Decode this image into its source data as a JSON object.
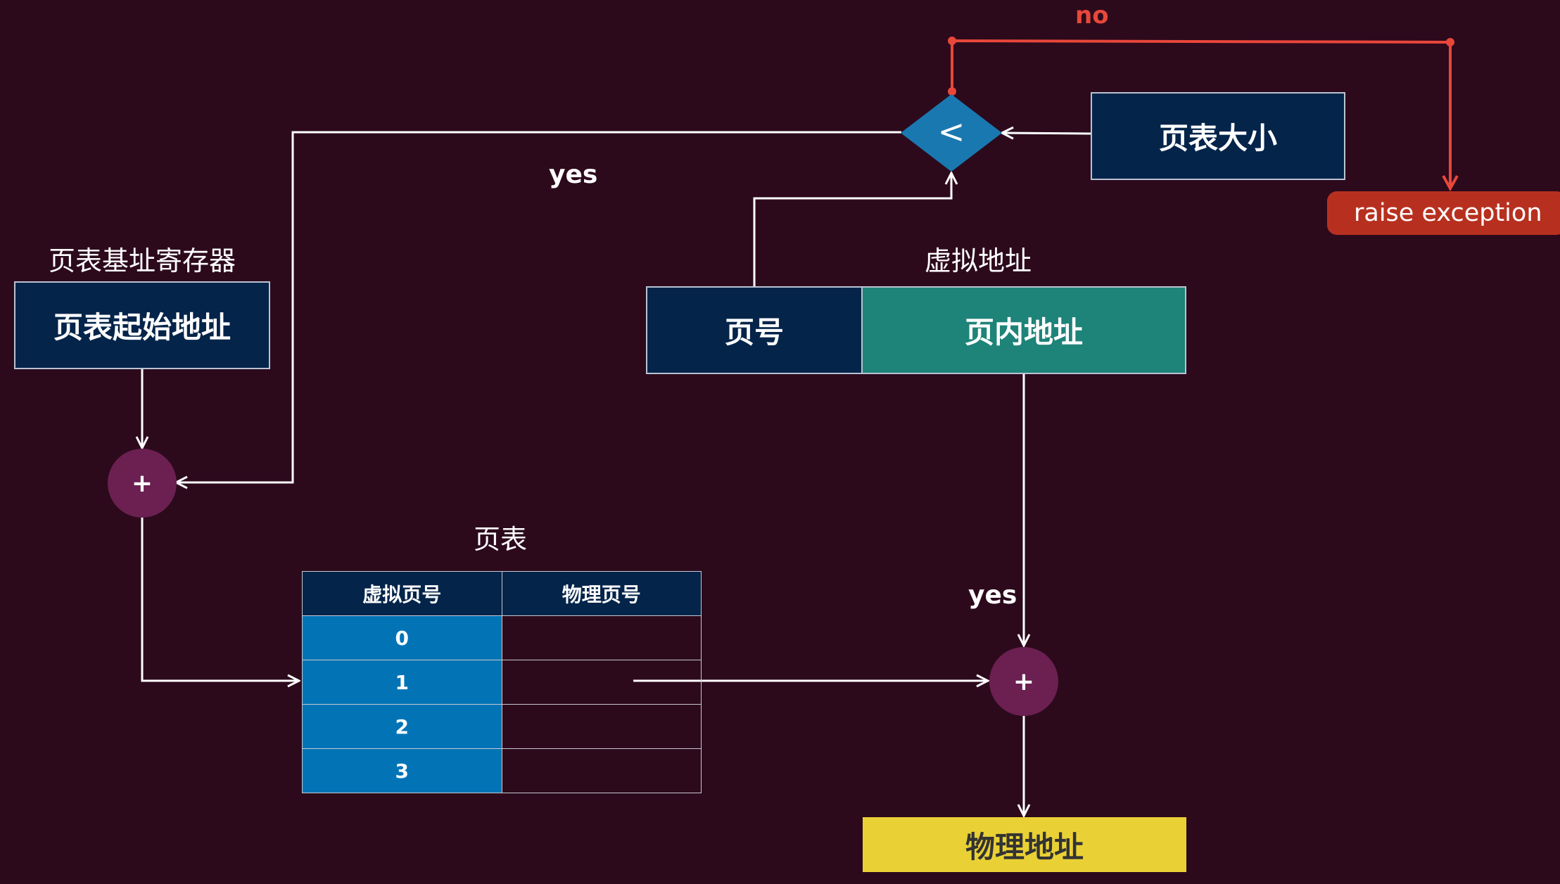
{
  "labels": {
    "no": "no",
    "yes_top": "yes",
    "yes_right": "yes",
    "register_caption": "页表基址寄存器",
    "virtual_address_caption": "虚拟地址",
    "page_table_caption": "页表"
  },
  "nodes": {
    "page_table_size": "页表大小",
    "compare_symbol": "<",
    "raise_exception": "raise exception",
    "page_table_start": "页表起始地址",
    "page_number": "页号",
    "page_offset": "页内地址",
    "adder_left": "+",
    "adder_right": "+",
    "physical_address": "物理地址"
  },
  "page_table": {
    "headers": [
      "虚拟页号",
      "物理页号"
    ],
    "rows": [
      {
        "vpn": "0",
        "ppn": ""
      },
      {
        "vpn": "1",
        "ppn": ""
      },
      {
        "vpn": "2",
        "ppn": ""
      },
      {
        "vpn": "3",
        "ppn": ""
      }
    ]
  },
  "colors": {
    "background": "#2c0a1c",
    "navy": "#04244a",
    "teal": "#1e8378",
    "blue": "#0274b6",
    "purple": "#6b2051",
    "yellow": "#e9d135",
    "exception": "#b7301f",
    "no_arrow": "#e8473a"
  }
}
